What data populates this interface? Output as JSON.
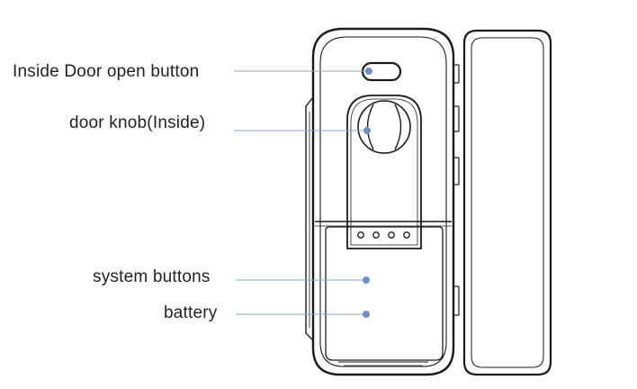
{
  "callouts": [
    {
      "id": "open-button",
      "label": "Inside Door open button"
    },
    {
      "id": "door-knob",
      "label": "door knob(Inside)"
    },
    {
      "id": "system-buttons",
      "label": "system buttons"
    },
    {
      "id": "battery",
      "label": "battery"
    }
  ],
  "colors": {
    "line": "#1a1a1a",
    "leader": "#8aa4c8",
    "dot": "#6f8fc2",
    "text": "#231f20"
  }
}
